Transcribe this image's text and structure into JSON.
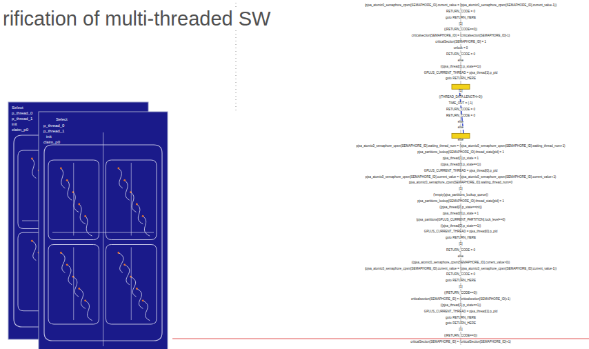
{
  "diagram": {
    "title": "rification of multi-threaded SW",
    "labels": [
      "Select",
      "p_thread_0",
      "p_thread_1",
      "init",
      "claim_p0",
      "Select",
      "p_thread_0",
      "p_thread_1",
      "init",
      "claim_p0",
      "(pjsa_atomic0_semaphore_cpsm[SEMAPHORE_ID].current_value = (pjsa_atomic0_semaphore_cpsm[SEMAPHORE_ID].current_value-1))",
      "RETURN_CODE = 0",
      "goto RETURN_HERE",
      "[1]",
      "((RETURN_CODE==0))",
      "criticalsection[SEMAPHORE_ID] = (criticalsection[SEMAPHORE_ID]-1)",
      "criticalSection[SEMAPHORE_ID] = 1",
      "unlock = 0",
      "RETURN_CODE = 0",
      "else",
      "((pjsa_thread[1].p_state==1))",
      "GPLUS_CURRENT_THREAD = pjsa_thread[1].p_pid",
      "goto RETURN_HERE",
      "[1]",
      "((THREAD_DATA.LENGTH>0))",
      "TIME_OUT = (-1)",
      "RETURN_CODE = 0",
      "RETURN_CODE = 0",
      "else",
      "else",
      "else",
      "pjsa_atomic0_semaphore_cpsm[SEMAPHORE_ID].waiting_thread_num = (pjsa_atomic0_semaphore_cpsm[SEMAPHORE_ID].waiting_thread_num+1)",
      "pjsa_partitions_lookup[SEMAPHORE_ID].thread_state[pid] = 1",
      "pjsa_thread[1].p_state = 1",
      "((pjsa_thread[0].p_state==1))",
      "GPLUS_CURRENT_THREAD = pjsa_thread[0].p_pid",
      "pjsa_atomic0_semaphore_cpsm[SEMAPHORE_ID].current_value = (pjsa_atomic0_semaphore_cpsm[SEMAPHORE_ID].current_value+1)",
      "pjsa_atomic0_semaphore_cpsm[SEMAPHORE_ID].waiting_thread_num=0",
      "[1]",
      "(!empty(pjsa_partitions_lookup_queue))",
      "pjsa_partitions_lookup[SEMAPHORE_ID].thread_state[pid] = 1",
      "((pjsa_thread[0].p_state==init))",
      "pjsa_thread[0].p_state = 1",
      "(pjsa_partitions[GPLUS_CURRENT_PARTITION].lock_level==0)",
      "((pjsa_thread[0].p_state==1))",
      "GPLUS_CURRENT_THREAD = pjsa_thread[0].p_pid",
      "goto RETURN_HERE",
      "[1]",
      "RETURN_CODE = 0",
      "else",
      "((pjsa_atomic0_semaphore_cpsm[SEMAPHORE_ID].current_value>0))",
      "(pjsa_atomic0_semaphore_cpsm[SEMAPHORE_ID].current_value = (pjsa_atomic0_semaphore_cpsm[SEMAPHORE_ID].current_value-1))",
      "RETURN_CODE = 0",
      "goto RETURN_HERE",
      "[1]",
      "((RETURN_CODE==0))",
      "criticalsection[SEMAPHORE_ID] = (criticalsection[SEMAPHORE_ID]+1)",
      "((pjsa_thread[1].p_state==1))",
      "GPLUS_CURRENT_THREAD = pjsa_thread[1].p_pid",
      "goto RETURN_HERE",
      "goto RETURN_HERE",
      "[1]",
      "((RETURN_CODE==0))",
      "criticalSection[SEMAPHORE_ID] = (criticalSection[SEMAPHORE_ID]+1)"
    ]
  }
}
